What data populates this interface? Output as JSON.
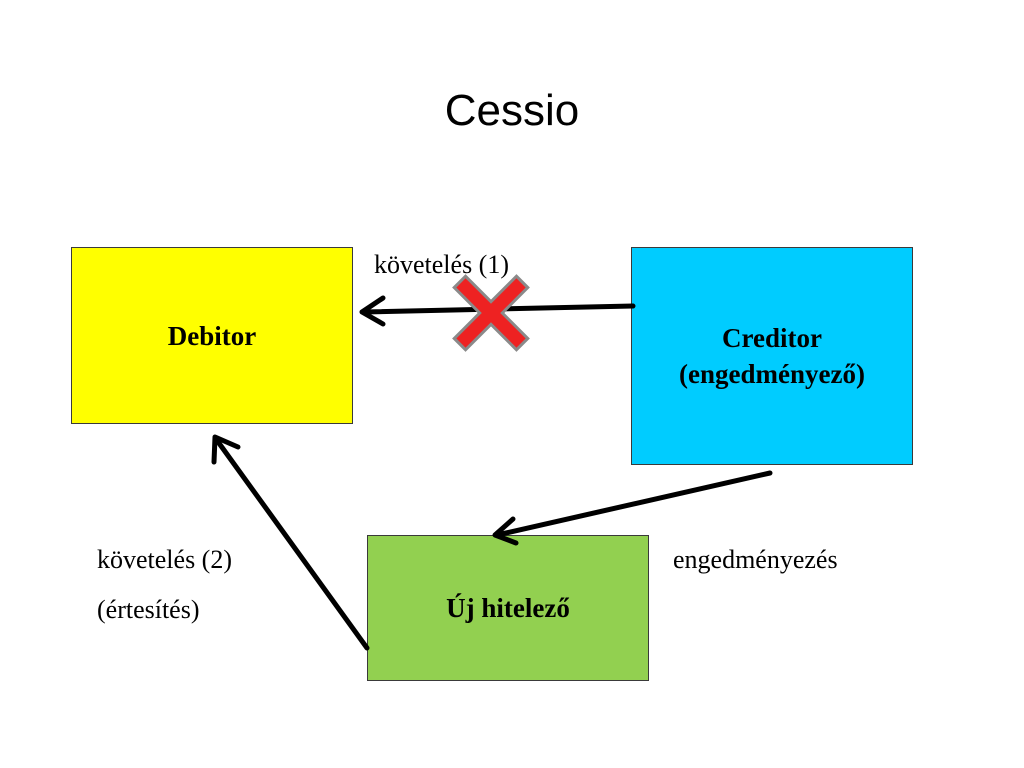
{
  "title": "Cessio",
  "colors": {
    "debitor": "#ffff00",
    "creditor": "#00ccff",
    "uj_hitelezo": "#92d050",
    "cross": "#ee2222"
  },
  "boxes": {
    "debitor": {
      "line1": "Debitor"
    },
    "creditor": {
      "line1": "Creditor",
      "line2": "(engedményező)"
    },
    "uj_hitelezo": {
      "line1": "Új hitelező"
    }
  },
  "labels": {
    "kovetel_1": "követelés (1)",
    "kovetel_2": "követelés  (2)",
    "ertesites": "(értesítés)",
    "engedmenyezes": "engedményezés"
  },
  "icons": {
    "cancel": "red-x-cross-icon"
  }
}
